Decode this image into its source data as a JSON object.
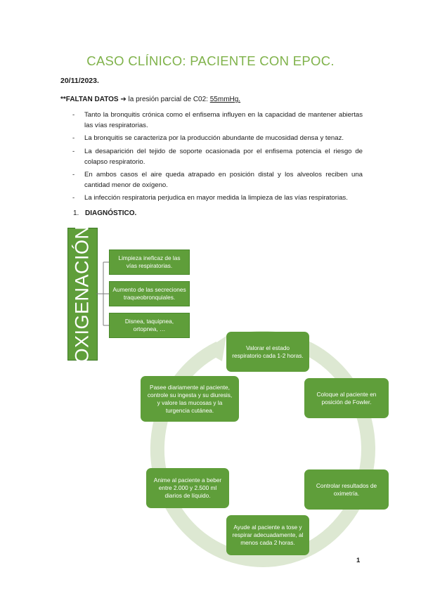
{
  "header": {
    "title": "CASO CLÍNICO: PACIENTE CON EPOC.",
    "date": "20/11/2023."
  },
  "missing_data": {
    "prefix": "**FALTAN DATOS",
    "arrow": "➔",
    "text": " la presión parcial de C02: ",
    "value": "55mmHg."
  },
  "bullets": [
    "Tanto la bronquitis crónica como el enfisema influyen en la capacidad de mantener abiertas las vías respiratorias.",
    "La bronquitis se caracteriza por la producción abundante de mucosidad densa y tenaz.",
    "La desaparición del tejido de soporte ocasionada por el enfisema potencia el riesgo de colapso respiratorio.",
    "En ambos casos el aire queda atrapado en posición distal y los alveolos reciben una cantidad menor de oxígeno.",
    "La infección respiratoria perjudica en mayor medida la limpieza de las vías respiratorias."
  ],
  "section": {
    "number": "1.",
    "title": "DIAGNÓSTICO."
  },
  "diagnosis": {
    "category": "OXIGENACIÓN",
    "items": [
      "Limpieza ineficaz de las vías respiratorias.",
      "Aumento de las secreciones traqueobronquiales.",
      "Disnea, taquipnea, ortopnea, …"
    ]
  },
  "cycle": {
    "steps": [
      "Valorar el estado respiratorio cada 1-2 horas.",
      "Coloque al paciente en posición de Fowler.",
      "Controlar resultados de oximetría.",
      "Ayude al paciente a tose y respirar adecuadamente, al menos cada 2 horas.",
      "Anime al paciente a beber entre 2.000 y 2.500 ml diarios de líquido.",
      "Pasee diariamente al paciente, controle su ingesta y su diuresis, y valore las mucosas y la turgencia cutánea."
    ]
  },
  "colors": {
    "accent": "#7fb24a",
    "box_green": "#5f9e3a",
    "ring": "#dde8d2"
  },
  "page_number": "1"
}
